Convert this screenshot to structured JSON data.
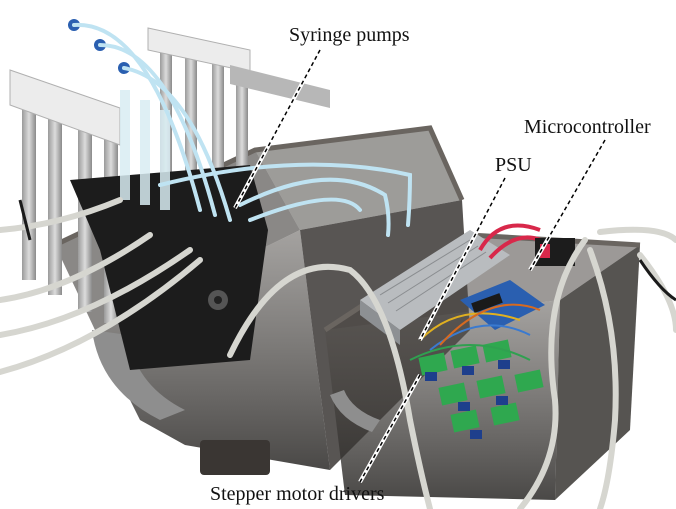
{
  "figure": {
    "labels": {
      "syringe_pumps": "Syringe pumps",
      "microcontroller": "Microcontroller",
      "psu": "PSU",
      "stepper_motor_drivers": "Stepper motor drivers"
    },
    "colors": {
      "enclosure_tint": "#3a3a3a",
      "leader_line": "#000000",
      "tubing": "#bfe3f2",
      "cable_gray": "#d6d6d0",
      "driver_board_green": "#2fa84f",
      "pump_body": "#e8e8e8",
      "pcb_blue": "#2a5fb0",
      "wire_red": "#d8284a"
    }
  }
}
